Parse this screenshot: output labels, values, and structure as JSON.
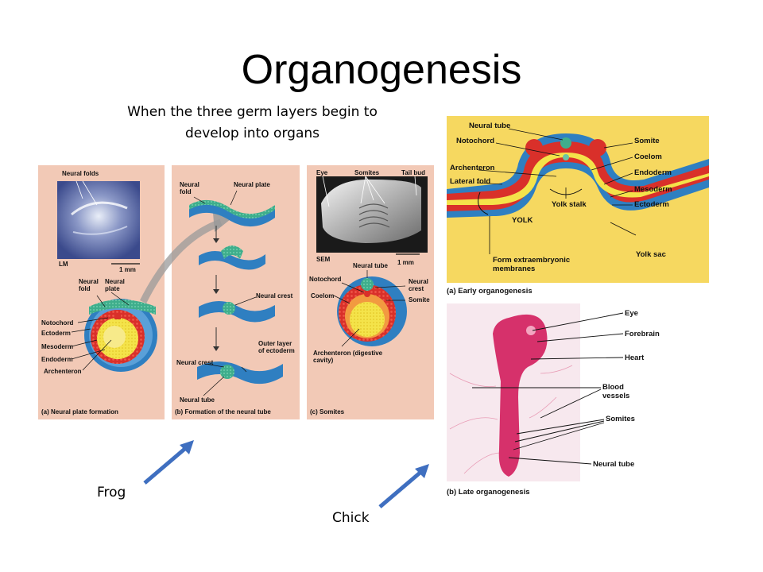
{
  "slide": {
    "title": "Organogenesis",
    "subtitle": "When the three germ layers begin to develop into organs",
    "frog_label": "Frog",
    "chick_label": "Chick"
  },
  "frog": {
    "panel_a": {
      "caption": "(a) Neural plate formation",
      "neural_folds": "Neural folds",
      "lm": "LM",
      "scale": "1 mm",
      "neural_fold": "Neural fold",
      "neural_plate": "Neural plate",
      "notochord": "Notochord",
      "ectoderm": "Ectoderm",
      "mesoderm": "Mesoderm",
      "endoderm": "Endoderm",
      "archenteron": "Archenteron"
    },
    "panel_b": {
      "caption": "(b) Formation of the neural tube",
      "neural_fold": "Neural fold",
      "neural_plate": "Neural plate",
      "neural_crest_1": "Neural crest",
      "outer_layer": "Outer layer of ectoderm",
      "neural_crest_2": "Neural crest",
      "neural_tube": "Neural tube"
    },
    "panel_c": {
      "caption": "(c) Somites",
      "eye": "Eye",
      "somites": "Somites",
      "tail_bud": "Tail bud",
      "sem": "SEM",
      "scale": "1 mm",
      "neural_tube": "Neural tube",
      "notochord": "Notochord",
      "neural_crest": "Neural crest",
      "coelom": "Coelom",
      "somite": "Somite",
      "archenteron": "Archenteron (digestive cavity)"
    }
  },
  "chick": {
    "early": {
      "caption": "(a) Early organogenesis",
      "neural_tube": "Neural tube",
      "notochord": "Notochord",
      "archenteron": "Archenteron",
      "lateral_fold": "Lateral fold",
      "somite": "Somite",
      "coelom": "Coelom",
      "endoderm": "Endoderm",
      "mesoderm": "Mesoderm",
      "ectoderm": "Ectoderm",
      "yolk_stalk": "Yolk stalk",
      "yolk": "YOLK",
      "yolk_sac": "Yolk sac",
      "extraembryonic": "Form extraembryonic membranes"
    },
    "late": {
      "caption": "(b) Late organogenesis",
      "eye": "Eye",
      "forebrain": "Forebrain",
      "heart": "Heart",
      "blood_vessels": "Blood vessels",
      "somites": "Somites",
      "neural_tube": "Neural tube"
    }
  },
  "colors": {
    "panel_bg": "#f2c9b6",
    "ectoderm_blue": "#2f7fc1",
    "mesoderm_red": "#d9302a",
    "endoderm_yellow": "#f4e34a",
    "neural_green": "#3fae8c",
    "yolk": "#f6d860",
    "embryo_pink": "#d6316b",
    "arrow_blue": "#3f6fc0"
  }
}
